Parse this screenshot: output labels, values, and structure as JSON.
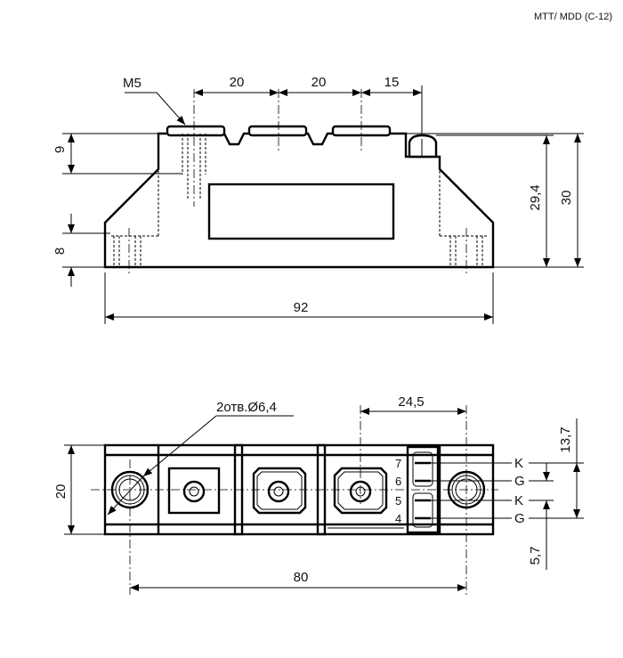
{
  "header": {
    "code": "MTT/ MDD (C-12)"
  },
  "side_view": {
    "thread_label": "M5",
    "dims": {
      "terminal_pitch_1": "20",
      "terminal_pitch_2": "20",
      "terminal_to_pin": "15",
      "terminal_height": "9",
      "base_height": "8",
      "height_inner": "29,4",
      "height_total": "30",
      "length_total": "92"
    }
  },
  "top_view": {
    "hole_label": "2отв.Ø6,4",
    "dims": {
      "pin_offset": "24,5",
      "width": "20",
      "hole_spacing": "80",
      "pin_pitch_top": "13,7",
      "pin_pitch_bottom": "5,7"
    },
    "pins": [
      "7",
      "6",
      "5",
      "4"
    ],
    "pin_functions": [
      "K",
      "G",
      "K",
      "G"
    ]
  }
}
